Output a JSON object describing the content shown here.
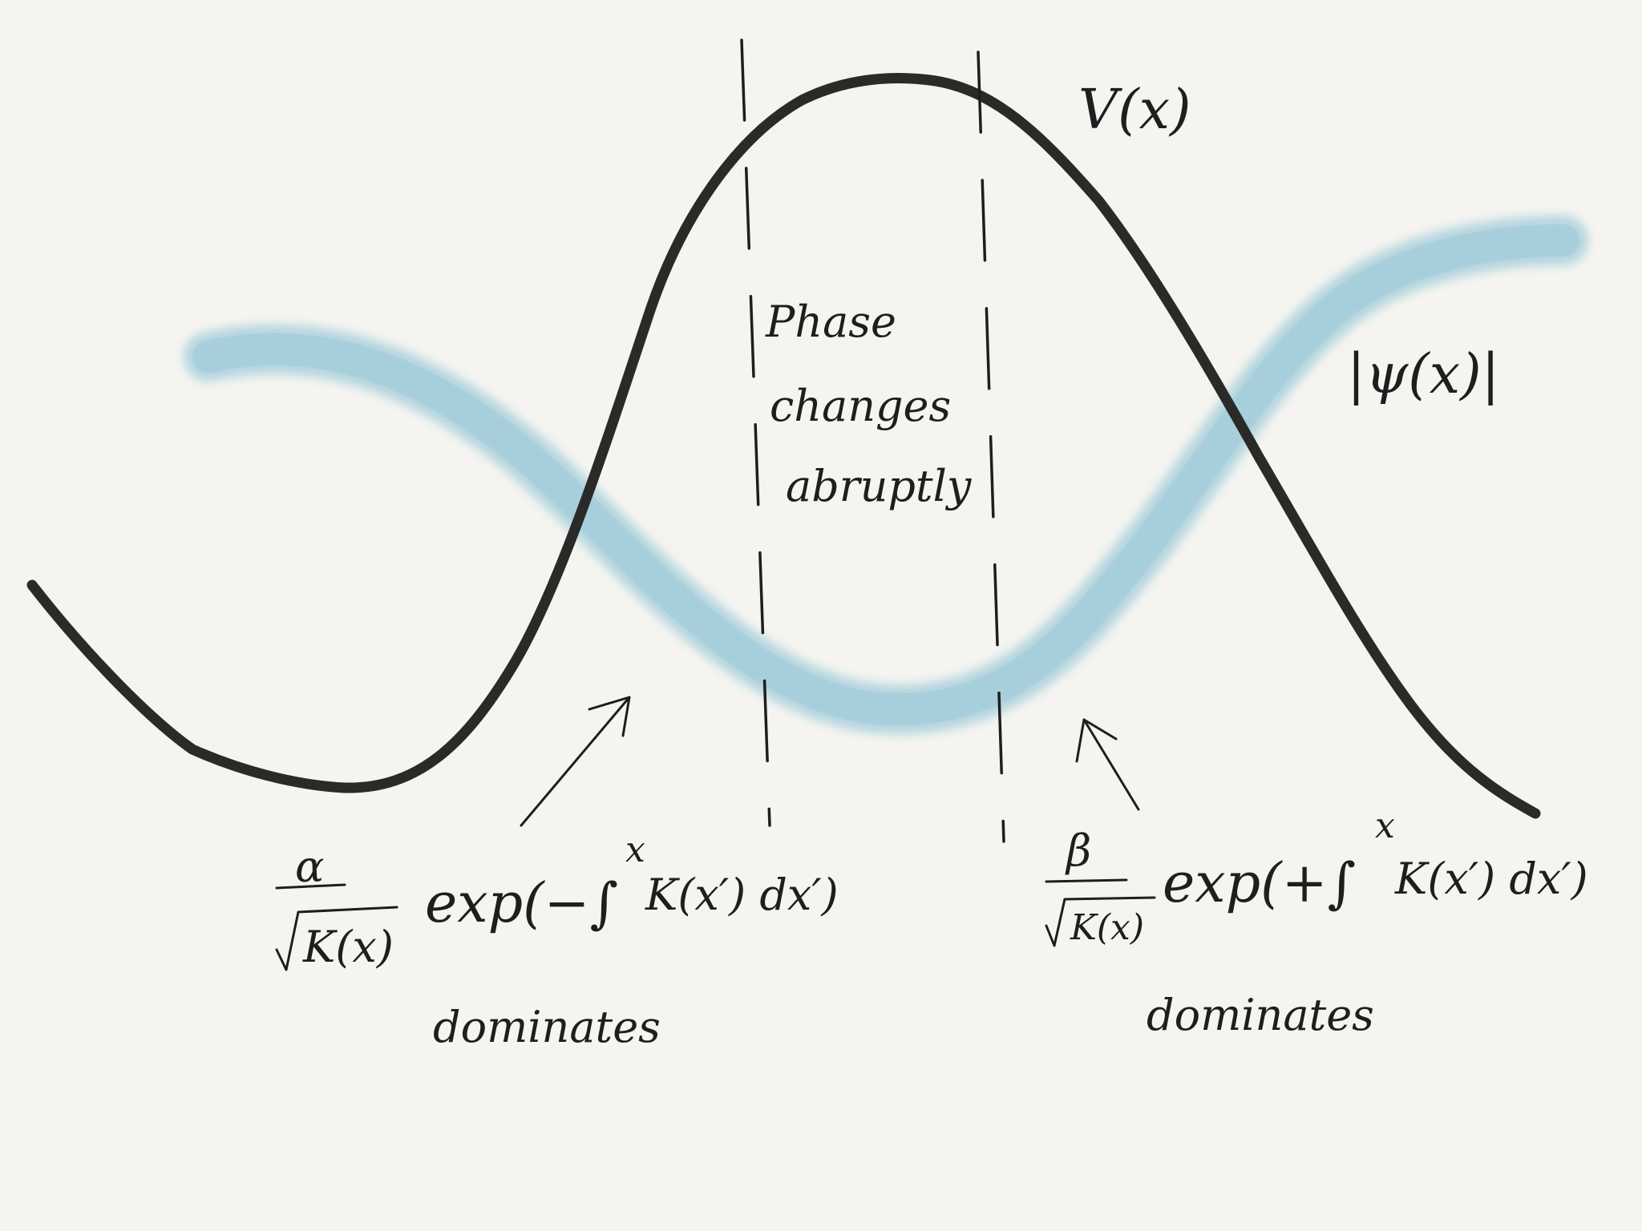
{
  "labels": {
    "potential": "V(x)",
    "wavefunction": "|ψ(x)|",
    "phase_line1": "Phase",
    "phase_line2": "changes",
    "phase_line3": "abruptly",
    "left_coef_num": "α",
    "left_coef_den": "K(x)",
    "left_exp": "exp(−∫",
    "left_exp_sup": "x",
    "left_exp_integrand": "K(x′) dx′)",
    "left_dominates": "dominates",
    "right_coef_num": "β",
    "right_coef_den": "K(x)",
    "right_exp": "exp(+∫",
    "right_exp_sup": "x",
    "right_exp_integrand": "K(x′) dx′)",
    "right_dominates": "dominates"
  },
  "colors": {
    "background": "#f5f4f0",
    "potential_curve": "#2a2a28",
    "wavefunction_band": "#a9d0dc",
    "ink": "#1e1e1e"
  }
}
